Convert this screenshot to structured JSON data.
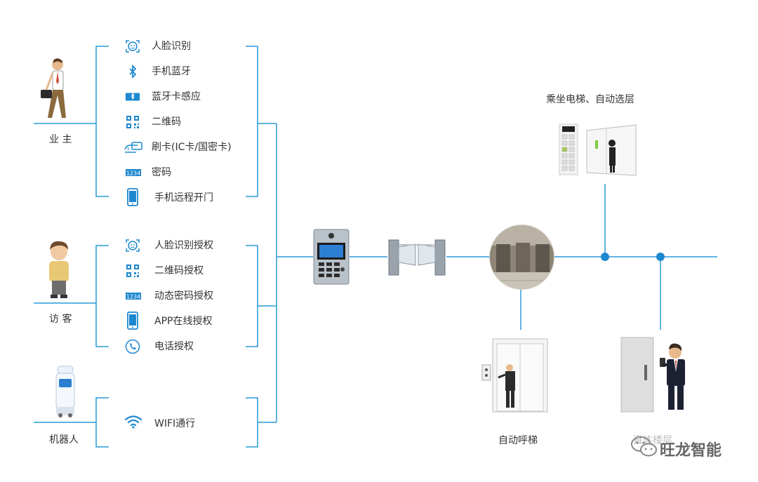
{
  "roles": {
    "owner": "业 主",
    "visitor": "访 客",
    "robot": "机器人"
  },
  "owner_methods": [
    {
      "icon": "face-recognition-icon",
      "label": "人脸识别"
    },
    {
      "icon": "bluetooth-icon",
      "label": "手机蓝牙"
    },
    {
      "icon": "bluetooth-card-icon",
      "label": "蓝牙卡感应"
    },
    {
      "icon": "qr-code-icon",
      "label": "二维码"
    },
    {
      "icon": "card-swipe-icon",
      "label": "刷卡(IC卡/国密卡)"
    },
    {
      "icon": "password-keypad-icon",
      "label": "密码"
    },
    {
      "icon": "smartphone-icon",
      "label": "手机远程开门"
    }
  ],
  "visitor_methods": [
    {
      "icon": "face-recognition-icon",
      "label": "人脸识别授权"
    },
    {
      "icon": "qr-code-icon",
      "label": "二维码授权"
    },
    {
      "icon": "password-keypad-icon",
      "label": "动态密码授权"
    },
    {
      "icon": "smartphone-icon",
      "label": "APP在线授权"
    },
    {
      "icon": "phone-icon",
      "label": "电话授权"
    }
  ],
  "robot_methods": [
    {
      "icon": "wifi-icon",
      "label": "WIFI通行"
    }
  ],
  "devices": {
    "elevator_panel_caption": "乘坐电梯、自动选层",
    "call_elevator_caption": "自动呼梯",
    "reach_floor_caption": "直达楼层"
  },
  "watermark": "旺龙智能",
  "colors": {
    "line": "#2a9ad6",
    "icon": "#1e88cf"
  }
}
